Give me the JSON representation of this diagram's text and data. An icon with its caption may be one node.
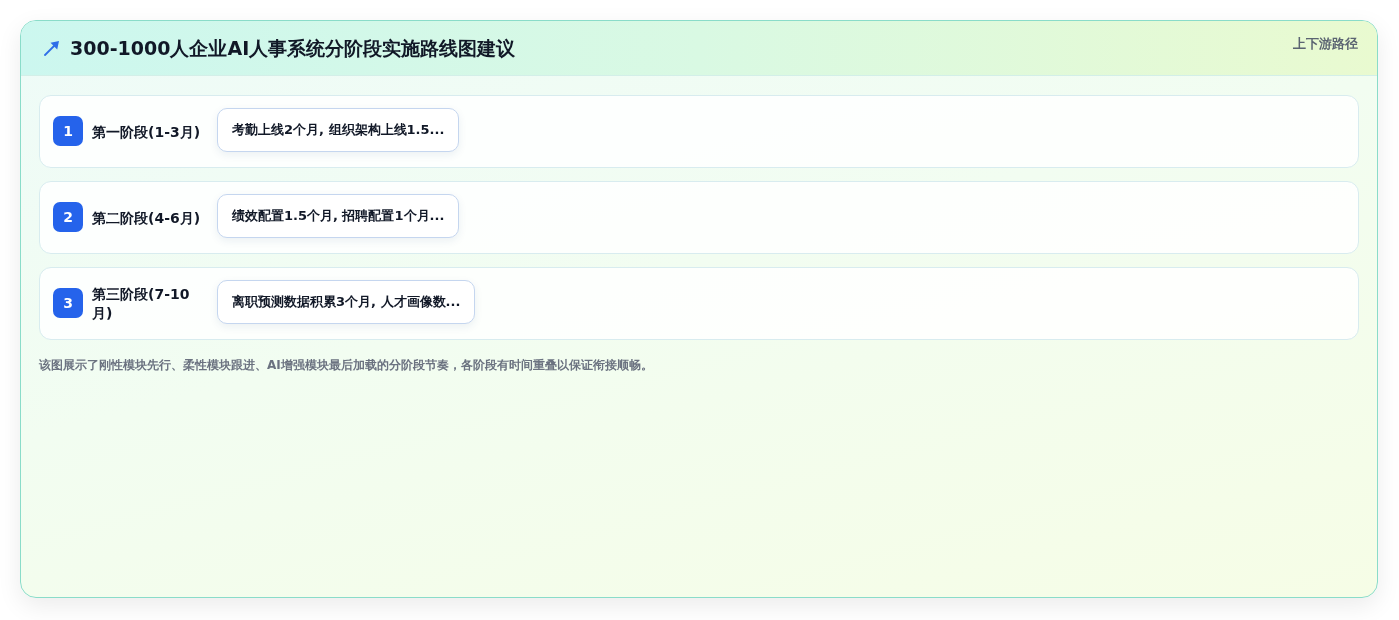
{
  "diagram": {
    "title": "300-1000人企业AI人事系统分阶段实施路线图建议",
    "caption": "该图展示了刚性模块先行、柔性模块跟进、AI增强模块最后加载的分阶段节奏，各阶段有时间重叠以保证衔接顺畅。",
    "nodes": [
      {
        "text": [
          "第一阶段(1-3月)"
        ]
      },
      {
        "text": [
          "1"
        ],
        "in": 0
      },
      {
        "text": [
          "考勤上线2个月, 组织架构上线1.5..."
        ],
        "in": 0
      },
      {
        "text": [
          "第二阶段(4-6月)"
        ]
      },
      {
        "text": [
          "2"
        ],
        "in": 3
      },
      {
        "text": [
          "绩效配置1.5个月, 招聘配置1个月..."
        ],
        "in": 3
      },
      {
        "text": [
          "第三阶段(7-10月)"
        ]
      },
      {
        "text": [
          "3"
        ],
        "in": 6
      },
      {
        "text": [
          "离职预测数据积累3个月, 人才画像数..."
        ],
        "in": 6
      }
    ],
    "labels": [
      "上下游路径"
    ]
  }
}
